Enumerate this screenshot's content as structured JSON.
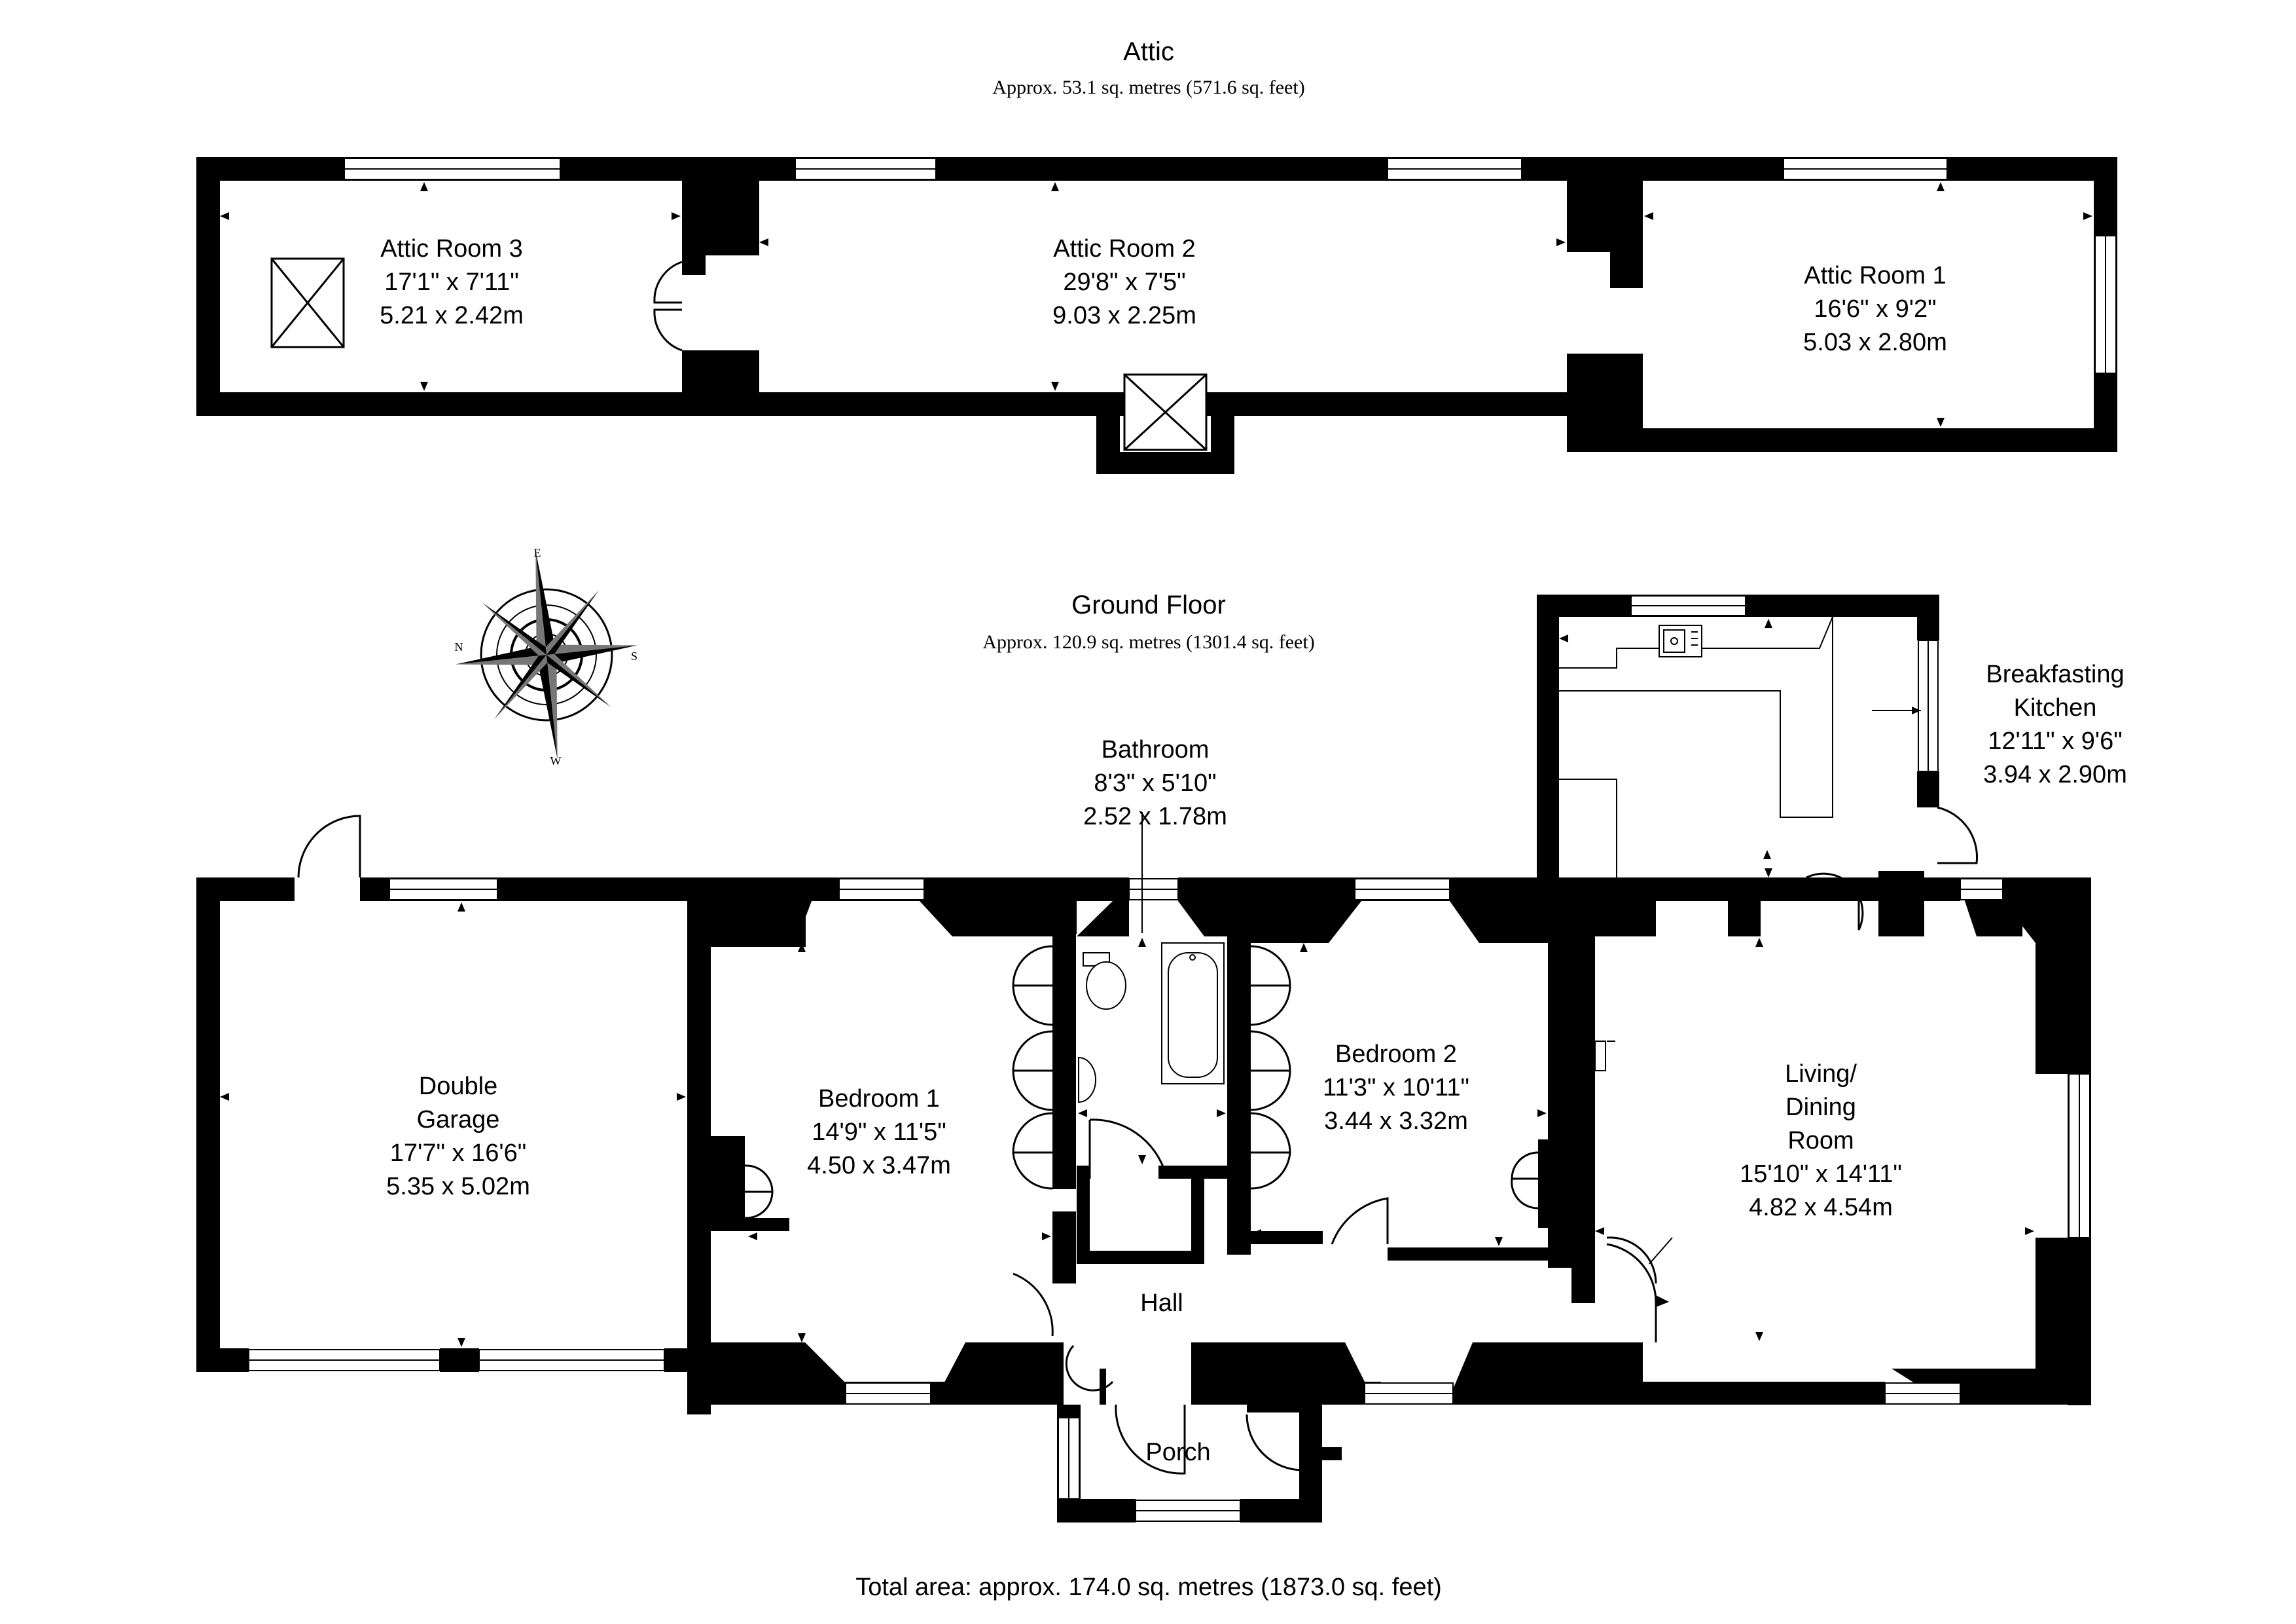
{
  "attic": {
    "title": "Attic",
    "area": "Approx. 53.1 sq. metres (571.6 sq. feet)",
    "rooms": [
      {
        "key": "attic3",
        "lines": [
          "Attic Room 3",
          "17'1\" x 7'11\"",
          "5.21 x 2.42m"
        ]
      },
      {
        "key": "attic2",
        "lines": [
          "Attic Room 2",
          "29'8\" x 7'5\"",
          "9.03 x 2.25m"
        ]
      },
      {
        "key": "attic1",
        "lines": [
          "Attic Room 1",
          "16'6\" x 9'2\"",
          "5.03 x 2.80m"
        ]
      }
    ]
  },
  "ground_floor": {
    "title": "Ground Floor",
    "area": "Approx. 120.9 sq. metres (1301.4 sq. feet)",
    "rooms": [
      {
        "key": "bathroom",
        "lines": [
          "Bathroom",
          "8'3\" x 5'10\"",
          "2.52 x 1.78m"
        ]
      },
      {
        "key": "kitchen",
        "lines": [
          "Breakfasting",
          "Kitchen",
          "12'11\" x 9'6\"",
          "3.94 x 2.90m"
        ]
      },
      {
        "key": "garage",
        "lines": [
          "Double",
          "Garage",
          "17'7\" x 16'6\"",
          "5.35 x 5.02m"
        ]
      },
      {
        "key": "bedroom1",
        "lines": [
          "Bedroom 1",
          "14'9\" x 11'5\"",
          "4.50 x 3.47m"
        ]
      },
      {
        "key": "bedroom2",
        "lines": [
          "Bedroom 2",
          "11'3\" x 10'11\"",
          "3.44 x 3.32m"
        ]
      },
      {
        "key": "living",
        "lines": [
          "Living/",
          "Dining",
          "Room",
          "15'10\" x 14'11\"",
          "4.82 x 4.54m"
        ]
      },
      {
        "key": "hall",
        "lines": [
          "Hall"
        ]
      },
      {
        "key": "porch",
        "lines": [
          "Porch"
        ]
      }
    ]
  },
  "compass": {
    "letters": [
      "E",
      "S",
      "W",
      "N"
    ]
  },
  "total_area": "Total area: approx. 174.0 sq. metres (1873.0 sq. feet)"
}
